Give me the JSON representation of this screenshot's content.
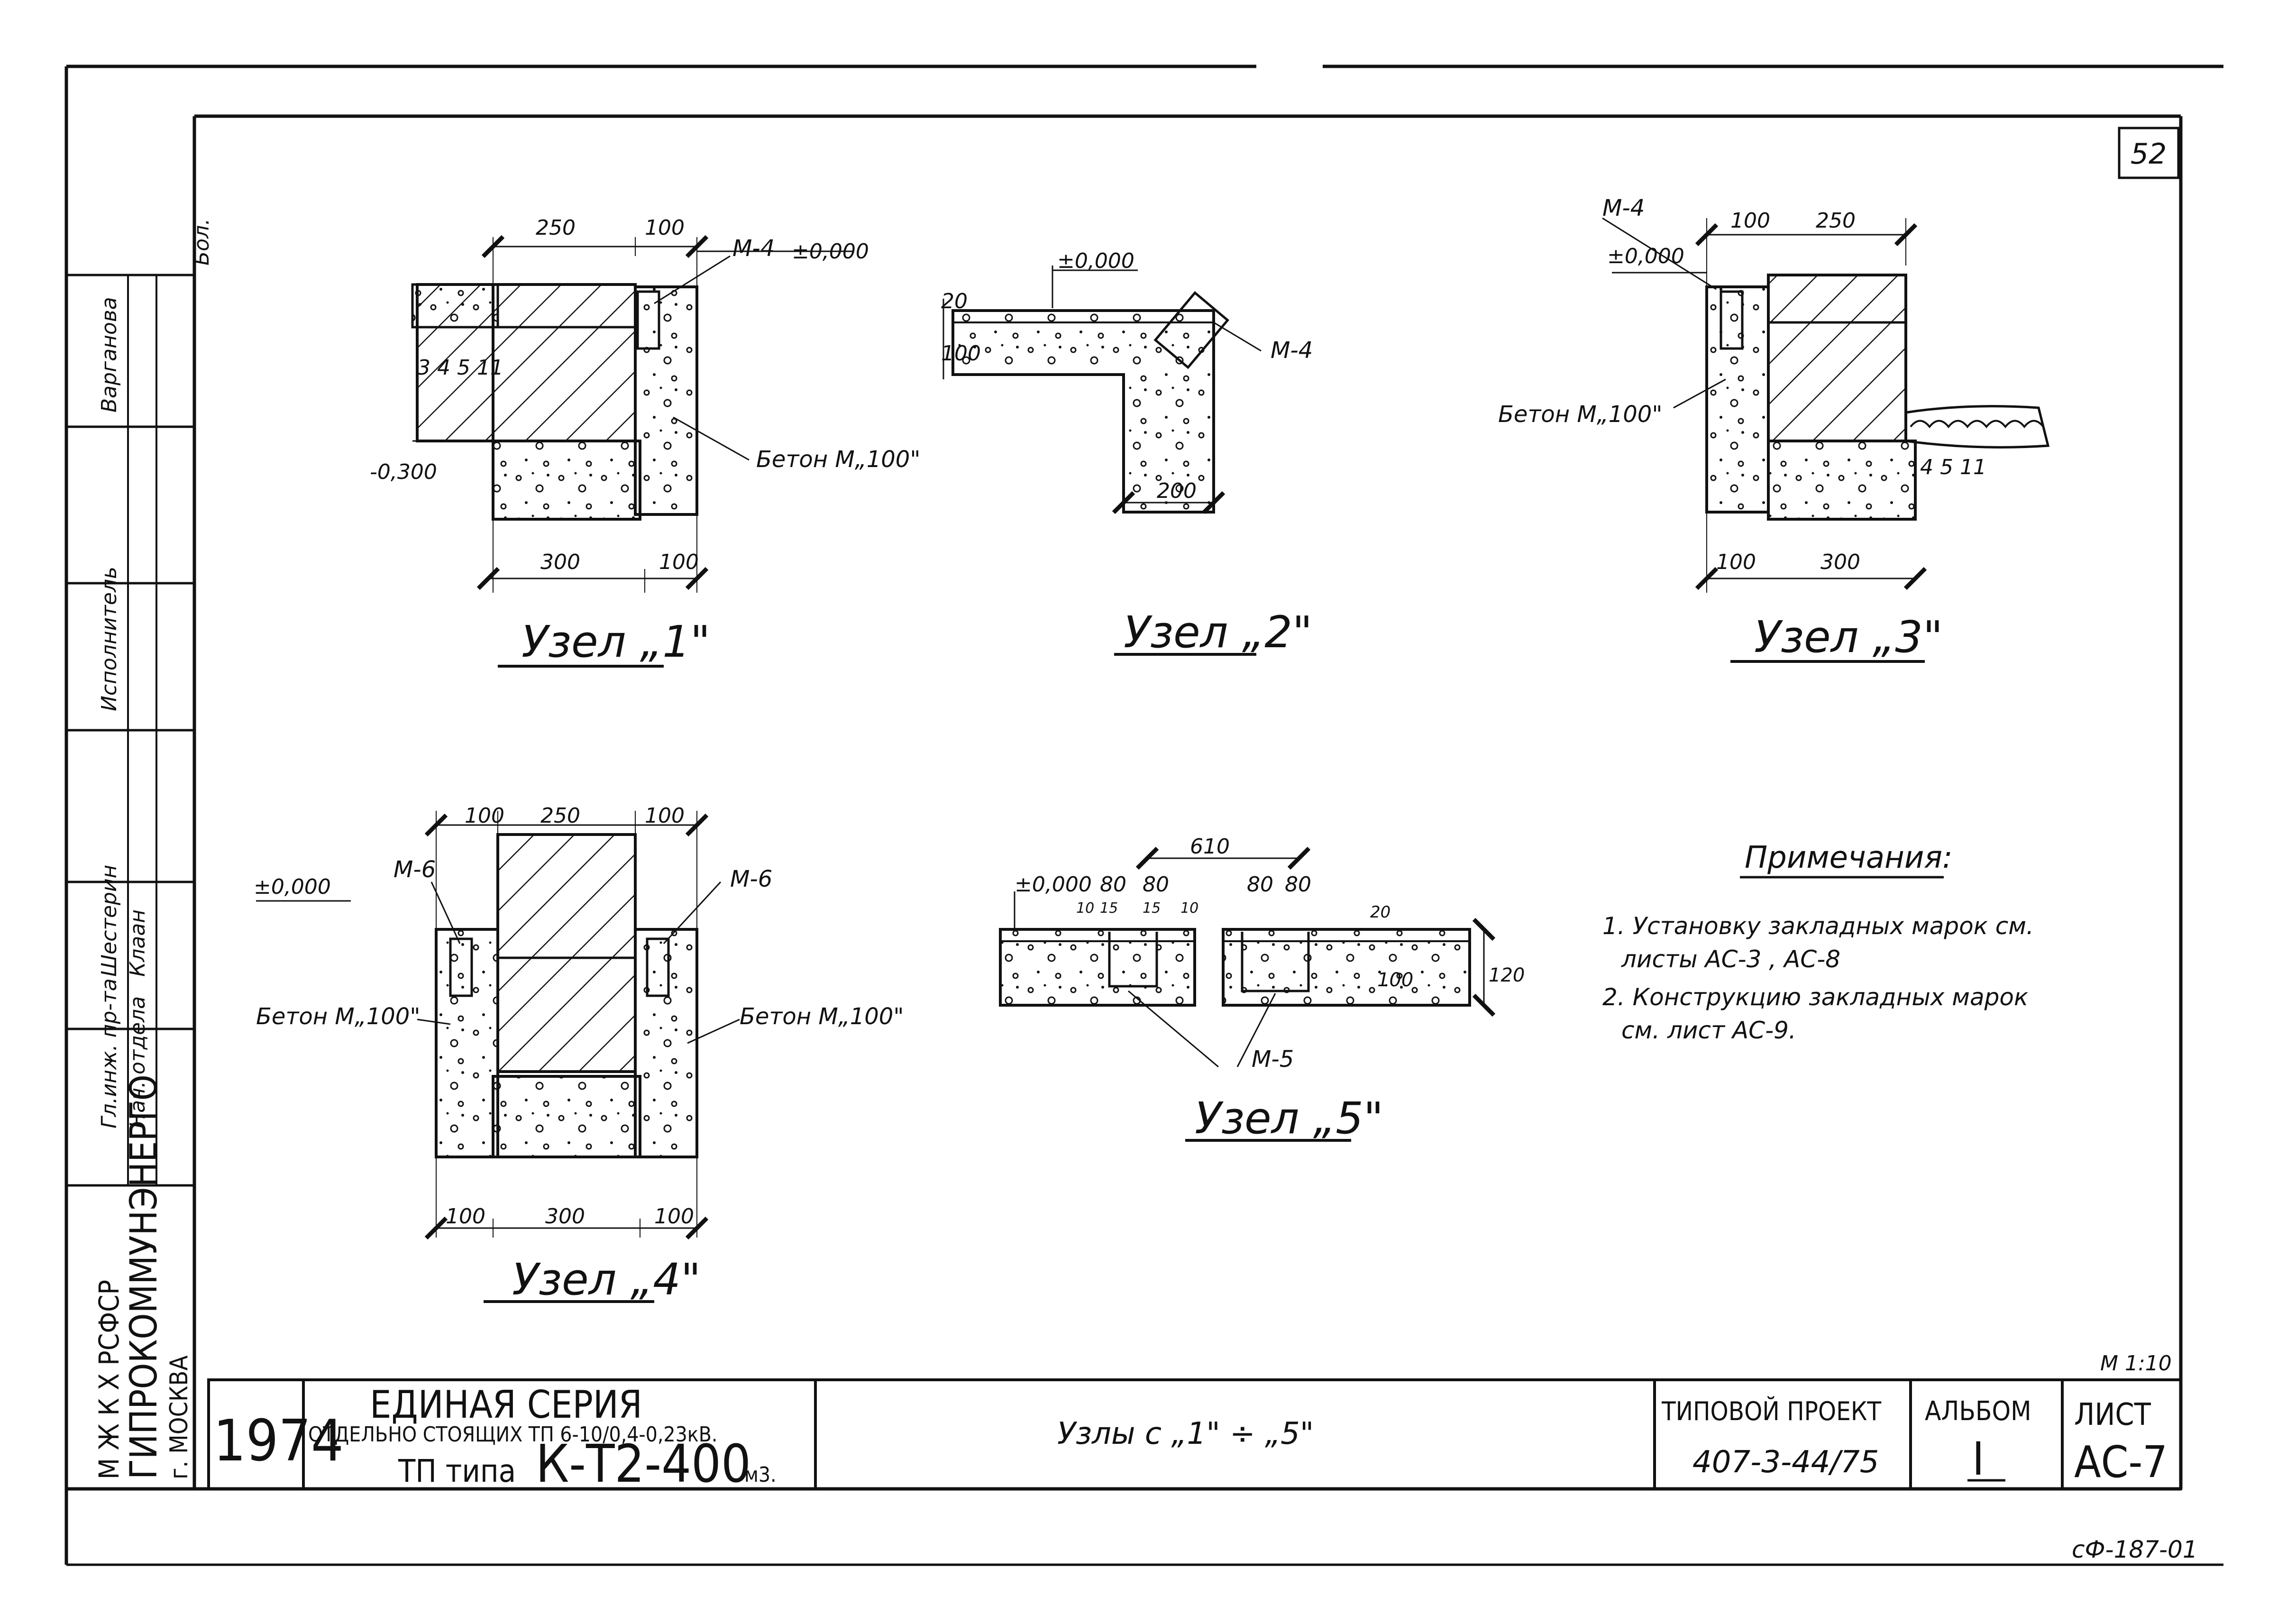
{
  "sheet_number": "52",
  "scale": "М 1:10",
  "footer_code": "сФ-187-01",
  "nodes": {
    "n1": {
      "title": "Узел „1\"",
      "dims": [
        "250",
        "100",
        "300",
        "100"
      ],
      "level_top": "±0,000",
      "level_bottom": "-0,300",
      "mark": "М-4",
      "concrete": "Бетон М„100\"",
      "layer": "3 4 5 11"
    },
    "n2": {
      "title": "Узел „2\"",
      "dims": [
        "20",
        "100",
        "200"
      ],
      "level_top": "±0,000",
      "mark": "М-4"
    },
    "n3": {
      "title": "Узел „3\"",
      "dims": [
        "100",
        "250",
        "100",
        "300"
      ],
      "level_top": "±0,000",
      "mark": "М-4",
      "concrete": "Бетон М„100\"",
      "layer": "4 5 11"
    },
    "n4": {
      "title": "Узел „4\"",
      "dims": [
        "100",
        "250",
        "100",
        "100",
        "300",
        "100"
      ],
      "level_top": "±0,000",
      "mark_left": "М-6",
      "mark_right": "М-6",
      "concrete_left": "Бетон М„100\"",
      "concrete_right": "Бетон М„100\""
    },
    "n5": {
      "title": "Узел „5\"",
      "dims": [
        "610",
        "80",
        "80",
        "80",
        "80",
        "10",
        "15",
        "15",
        "10",
        "20",
        "100",
        "120"
      ],
      "level_top": "±0,000",
      "mark": "М-5"
    }
  },
  "notes": {
    "heading": "Примечания:",
    "items": [
      "1. Установку закладных марок см.",
      "листы АС-3 , АС-8",
      "2. Конструкцию закладных марок",
      "см. лист АС-9."
    ]
  },
  "side_stamp": {
    "org_top": "М Ж К Х  РСФСР",
    "org_name": "ГИПРОКОММУНЭНЕРГО",
    "city": "г. МОСКВА",
    "roles": [
      "Гл.инж. пр-та",
      "Нач. отдела",
      "Шестерин",
      "Клаан",
      "Исполнитель",
      "Варганова",
      "Бол."
    ]
  },
  "title_block": {
    "year": "1974",
    "series_line1": "ЕДИНАЯ СЕРИЯ",
    "series_line2": "ОТДЕЛЬНО СТОЯЩИХ ТП 6-10/0,4-0,23кВ.",
    "series_line3_prefix": "ТП типа",
    "series_line3_code": "К-Т2-400",
    "series_line3_suffix": "м3.",
    "drawing_name": "Узлы с „1\" ÷ „5\"",
    "project_label": "ТИПОВОЙ ПРОЕКТ",
    "project_number": "407-3-44/75",
    "album_label": "АЛЬБОМ",
    "album_value": "I",
    "sheet_label": "ЛИСТ",
    "sheet_value": "АС-7"
  }
}
